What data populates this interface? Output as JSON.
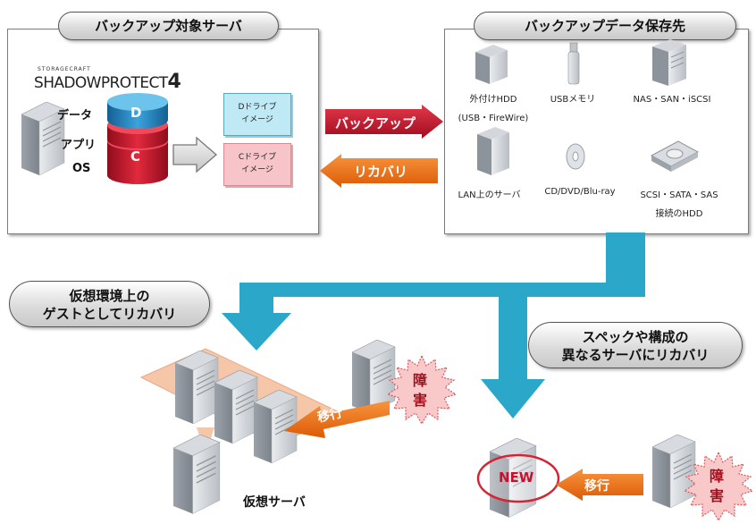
{
  "source_panel": {
    "title": "バックアップ対象サーバ",
    "logo_small": "STORAGECRAFT",
    "logo_main": "SHADOWPROTECT",
    "logo_num": "4",
    "labels": [
      "データ",
      "アプリ",
      "OS"
    ],
    "disk_letters": [
      "D",
      "C"
    ],
    "image_d": [
      "Dドライブ",
      "イメージ"
    ],
    "image_c": [
      "Cドライブ",
      "イメージ"
    ]
  },
  "dest_panel": {
    "title": "バックアップデータ保存先",
    "items": [
      {
        "icon": "external-hdd-icon",
        "lines": [
          "外付けHDD",
          "(USB・FireWire)"
        ]
      },
      {
        "icon": "usb-memory-icon",
        "lines": [
          "USBメモリ"
        ]
      },
      {
        "icon": "nas-icon",
        "lines": [
          "NAS・SAN・iSCSI"
        ]
      },
      {
        "icon": "lan-server-icon",
        "lines": [
          "LAN上のサーバ"
        ]
      },
      {
        "icon": "optical-disc-icon",
        "lines": [
          "CD/DVD/Blu-ray"
        ]
      },
      {
        "icon": "internal-hdd-icon",
        "lines": [
          "SCSI・SATA・SAS",
          "接続のHDD"
        ]
      }
    ]
  },
  "arrows": {
    "backup": "バックアップ",
    "recovery": "リカバリ",
    "migrate": "移行"
  },
  "callouts": {
    "virtual": [
      "仮想環境上の",
      "ゲストとしてリカバリ"
    ],
    "different": [
      "スペックや構成の",
      "異なるサーバにリカバリ"
    ]
  },
  "failure_label": [
    "障",
    "害"
  ],
  "virtual_server_label": "仮想サーバ",
  "new_label": "NEW",
  "colors": {
    "red_arrow": "#c8102e",
    "orange_arrow": "#ee6a10",
    "teal_flow": "#2aa7c9",
    "disk_red": "#cc1b2e",
    "disk_blue": "#2a8cc4",
    "image_blue": "#bfeaf5",
    "image_pink": "#f7c5c9",
    "burst_pink": "#f9c9c9",
    "platform": "#f5c6a8"
  }
}
